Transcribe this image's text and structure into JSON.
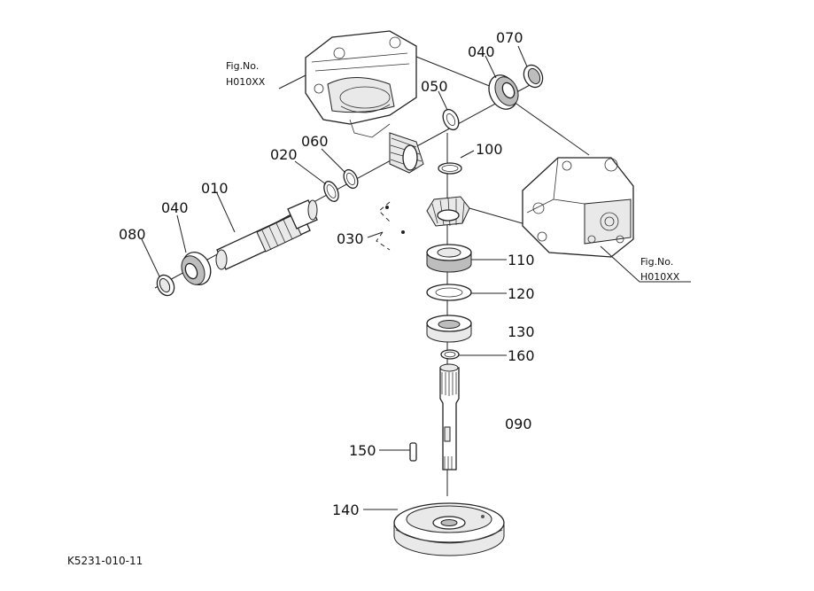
{
  "diagram": {
    "callouts": {
      "p010": "010",
      "p020": "020",
      "p030": "030",
      "p040_top": "040",
      "p040_left": "040",
      "p050": "050",
      "p060": "060",
      "p070": "070",
      "p080": "080",
      "p090": "090",
      "p100": "100",
      "p110": "110",
      "p120": "120",
      "p130": "130",
      "p140": "140",
      "p150": "150",
      "p160": "160"
    },
    "fig_refs": {
      "top_left": {
        "label": "Fig.No.",
        "number": "H010XX"
      },
      "right": {
        "label": "Fig.No.",
        "number": "H010XX"
      }
    },
    "document_id": "K5231-010-11"
  }
}
